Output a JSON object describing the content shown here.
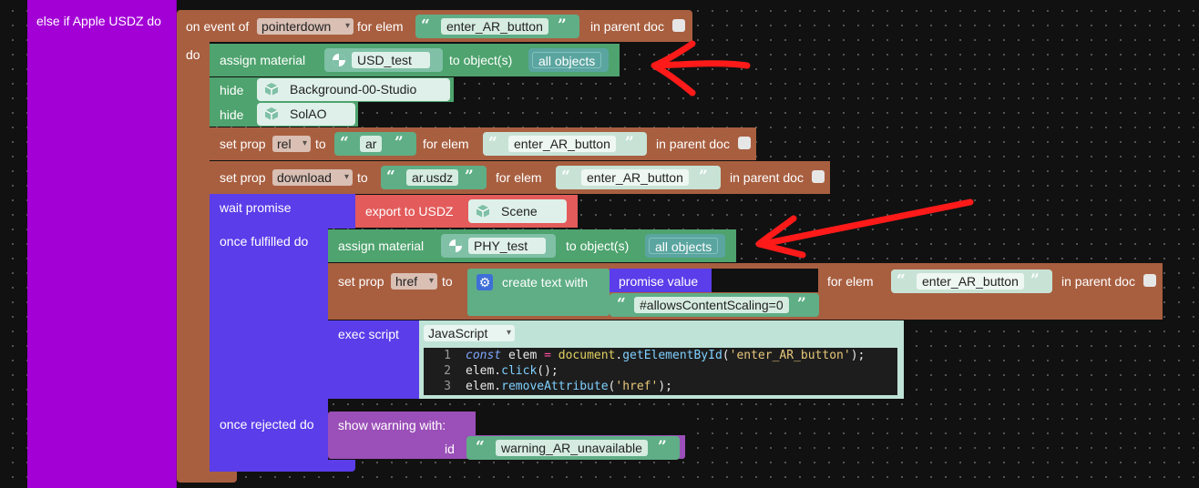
{
  "colors": {
    "purple": "#a300d6",
    "brown": "#a85f40",
    "green": "#4ea36e",
    "teal": "#5ba5a0",
    "salmon": "#e35b5b",
    "indigo": "#5b3dea",
    "violet": "#9b4fb8",
    "arrow": "#ff1a1a"
  },
  "else_if": {
    "label": "else if Apple USDZ do"
  },
  "event": {
    "on_event_label": "on event of",
    "event_value": "pointerdown",
    "for_elem_label": "for elem",
    "elem_value": "enter_AR_button",
    "in_parent_doc_label": "in parent doc",
    "do_label": "do"
  },
  "assign1": {
    "label": "assign material",
    "material": "USD_test",
    "to_objects_label": "to object(s)",
    "objects": "all objects"
  },
  "hide1": {
    "label": "hide",
    "object": "Background-00-Studio"
  },
  "hide2": {
    "label": "hide",
    "object": "SolAO"
  },
  "setprop1": {
    "label": "set prop",
    "prop": "rel",
    "to_label": "to",
    "value": "ar",
    "for_elem_label": "for elem",
    "elem": "enter_AR_button",
    "in_parent_doc_label": "in parent doc"
  },
  "setprop2": {
    "label": "set prop",
    "prop": "download",
    "to_label": "to",
    "value": "ar.usdz",
    "for_elem_label": "for elem",
    "elem": "enter_AR_button",
    "in_parent_doc_label": "in parent doc"
  },
  "wait": {
    "label": "wait promise",
    "once_fulfilled_label": "once fulfilled do",
    "once_rejected_label": "once rejected do"
  },
  "export": {
    "label": "export to USDZ",
    "object": "Scene"
  },
  "assign2": {
    "label": "assign material",
    "material": "PHY_test",
    "to_objects_label": "to object(s)",
    "objects": "all objects"
  },
  "setprop3": {
    "label": "set prop",
    "prop": "href",
    "to_label": "to",
    "create_text_label": "create text with",
    "promise_value_label": "promise value",
    "text_value": "#allowsContentScaling=0",
    "for_elem_label": "for elem",
    "elem": "enter_AR_button",
    "in_parent_doc_label": "in parent doc"
  },
  "exec": {
    "label": "exec script",
    "language": "JavaScript",
    "lines": [
      {
        "num": "1"
      },
      {
        "num": "2"
      },
      {
        "num": "3"
      }
    ]
  },
  "warning": {
    "label": "show warning  with:",
    "id_label": "id",
    "id_value": "warning_AR_unavailable"
  },
  "icons": [
    "material-sphere-icon",
    "object-cube-icon",
    "gear-icon",
    "checkbox-icon",
    "arrow-annotation"
  ]
}
